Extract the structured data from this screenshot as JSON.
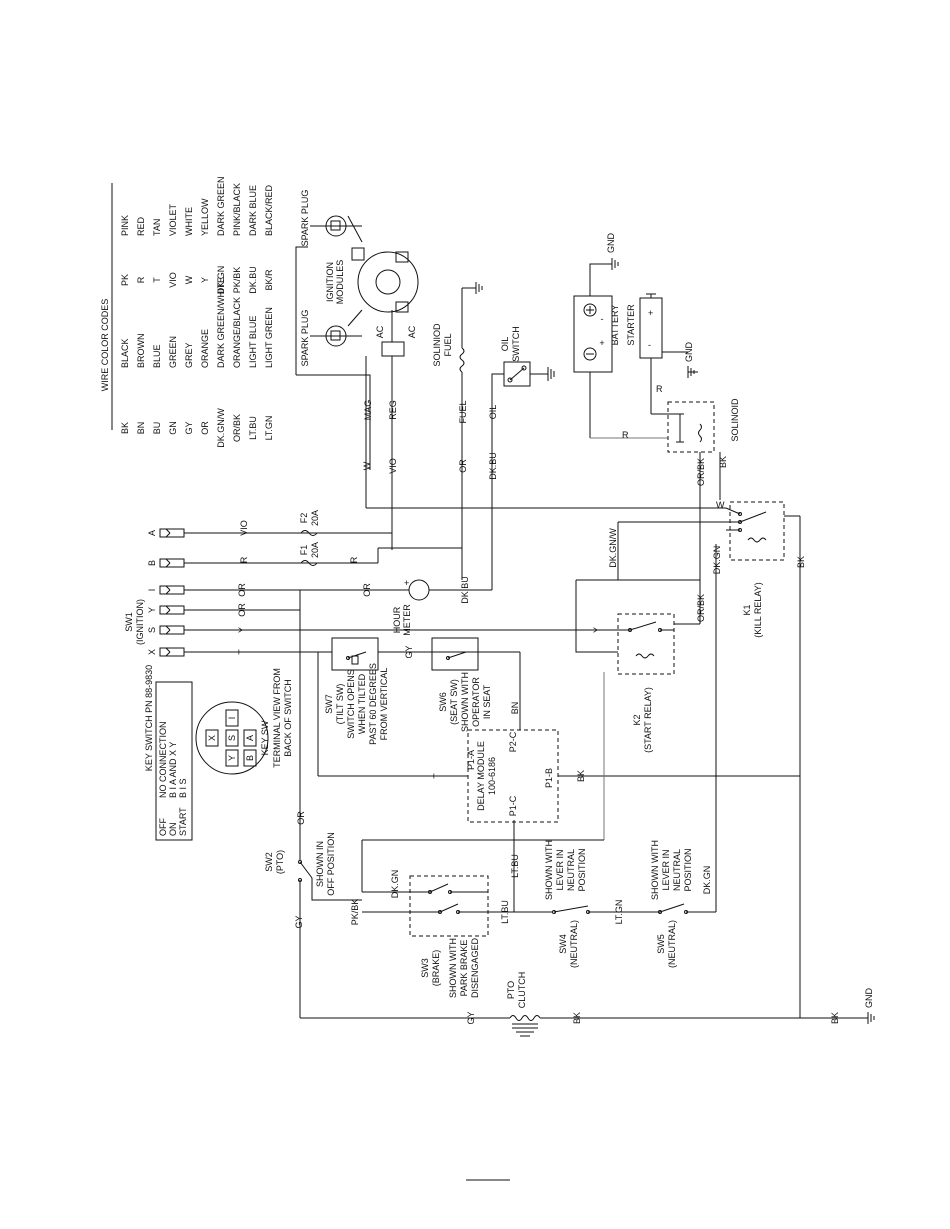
{
  "wire_color_codes": {
    "title": "WIRE COLOR CODES",
    "codes": [
      {
        "abbr": "BK",
        "name": "BLACK"
      },
      {
        "abbr": "BN",
        "name": "BROWN"
      },
      {
        "abbr": "BU",
        "name": "BLUE"
      },
      {
        "abbr": "GN",
        "name": "GREEN"
      },
      {
        "abbr": "GY",
        "name": "GREY"
      },
      {
        "abbr": "OR",
        "name": "ORANGE"
      },
      {
        "abbr": "DK.GN/W",
        "name": "DARK GREEN/WHITE"
      },
      {
        "abbr": "OR/BK",
        "name": "ORANGE/BLACK"
      },
      {
        "abbr": "LT.BU",
        "name": "LIGHT BLUE"
      },
      {
        "abbr": "LT.GN",
        "name": "LIGHT GREEN"
      },
      {
        "abbr": "PK",
        "name": "PINK"
      },
      {
        "abbr": "R",
        "name": "RED"
      },
      {
        "abbr": "T",
        "name": "TAN"
      },
      {
        "abbr": "VIO",
        "name": "VIOLET"
      },
      {
        "abbr": "W",
        "name": "WHITE"
      },
      {
        "abbr": "Y",
        "name": "YELLOW"
      },
      {
        "abbr": "DK.GN",
        "name": "DARK GREEN"
      },
      {
        "abbr": "PK/BK",
        "name": "PINK/BLACK"
      },
      {
        "abbr": "DK.BU",
        "name": "DARK BLUE"
      },
      {
        "abbr": "BK/R",
        "name": "BLACK/RED"
      }
    ]
  },
  "engine": {
    "spark_plug_top": "SPARK PLUG",
    "spark_plug_bottom": "SPARK PLUG",
    "ignition_modules": [
      "IGNITION",
      "MODULES"
    ],
    "ac_top": "AC",
    "ac_bottom": "AC",
    "fuel_solenoid": [
      "SOLINIOD",
      "FUEL"
    ],
    "oil_switch": [
      "OIL",
      "SWITCH"
    ],
    "battery": "BATTERY",
    "starter": "STARTER",
    "solenoid": "SOLINOID",
    "gnd": "GND",
    "minus": "-",
    "plus": "+"
  },
  "wire_labels": {
    "mag": "MAG",
    "reg": "REG",
    "fuel": "FUEL",
    "oil": "OIL",
    "w": "W",
    "vio": "VIO",
    "or": "OR",
    "dkbu": "DK.BU",
    "dkbu2": "DK.BU",
    "r": "R",
    "orbk": "OR/BK",
    "bk": "BK",
    "dkgnw": "DK.GN/W",
    "dkgn": "DK.GN",
    "y": "Y",
    "t": "T",
    "gy": "GY",
    "bn": "BN",
    "pkbk": "PK/BK",
    "ltbu": "LT.BU",
    "ltgn": "LT.GN"
  },
  "fuses": {
    "f2": "F2",
    "f2_rating": "20A",
    "f1": "F1",
    "f1_rating": "20A"
  },
  "terminals": {
    "a": "A",
    "b": "B",
    "i": "I",
    "s": "S",
    "x": "X",
    "y": "Y"
  },
  "hour_meter": [
    "HOUR",
    "METER"
  ],
  "switches": {
    "sw1": [
      "SW1",
      "(IGNITION)"
    ],
    "sw7": [
      "SW7",
      "(TILT SW)",
      "SWITCH OPENS",
      "WHEN TILTED",
      "PAST 60 DEGREES",
      "FROM VERTICAL"
    ],
    "sw6": [
      "SW6",
      "(SEAT SW)",
      "SHOWN WITH",
      "OPERATOR",
      "IN SEAT"
    ],
    "sw2": [
      "SW2",
      "(PTO)"
    ],
    "sw2_note": [
      "SHOWN IN",
      "OFF POSITION"
    ],
    "sw3": [
      "SW3",
      "(BRAKE)"
    ],
    "sw3_note": [
      "SHOWN WITH",
      "PARK BRAKE",
      "DISENGAGED"
    ],
    "sw4": [
      "SW4",
      "(NEUTRAL)"
    ],
    "sw4_note": [
      "SHOWN WITH",
      "LEVER IN",
      "NEUTRAL",
      "POSITION"
    ],
    "sw5": [
      "SW5",
      "(NEUTRAL)"
    ],
    "sw5_note": [
      "SHOWN WITH",
      "LEVER IN",
      "NEUTRAL",
      "POSITION"
    ]
  },
  "relays": {
    "k1": [
      "K1",
      "(KILL RELAY)"
    ],
    "k2": [
      "K2",
      "(START RELAY)"
    ]
  },
  "delay_module": {
    "title": [
      "DELAY MODULE",
      "100-6186"
    ],
    "p1a": "P1-A",
    "p1b": "P1-B",
    "p1c": "P1-C",
    "p2c": "P2-C"
  },
  "key_switch": {
    "title": "KEY SWITCH PN 88-9830",
    "rows": [
      {
        "pos": "OFF",
        "conn": "NO CONNECTION"
      },
      {
        "pos": "ON",
        "conn": "B I A     AND   X Y"
      },
      {
        "pos": "START",
        "conn": "B I S"
      }
    ],
    "sw_label": "KEY SW",
    "caption": [
      "TERMINAL VIEW FROM",
      "BACK OF SWITCH"
    ],
    "pins": [
      "X",
      "I",
      "S",
      "Y",
      "A",
      "B"
    ]
  },
  "pto_clutch": [
    "PTO",
    "CLUTCH"
  ]
}
